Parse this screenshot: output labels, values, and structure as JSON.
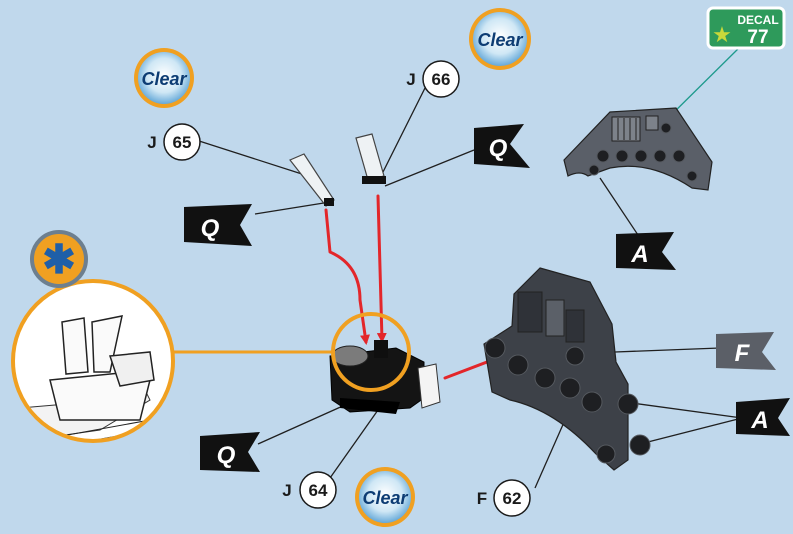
{
  "labels": {
    "clear": "Clear",
    "letters": {
      "j": "J",
      "f": "F",
      "q": "Q",
      "a": "A"
    },
    "parts": {
      "p64": "64",
      "p65": "65",
      "p66": "66",
      "p62": "62"
    },
    "decal": {
      "word": "DECAL",
      "number": "77"
    },
    "detail_symbol": "✱"
  },
  "colors": {
    "background": "#c0d8ec",
    "arrow": "#e3262a",
    "highlight": "#f0a021",
    "flag": "#111111",
    "decal": "#2e9a5b"
  }
}
